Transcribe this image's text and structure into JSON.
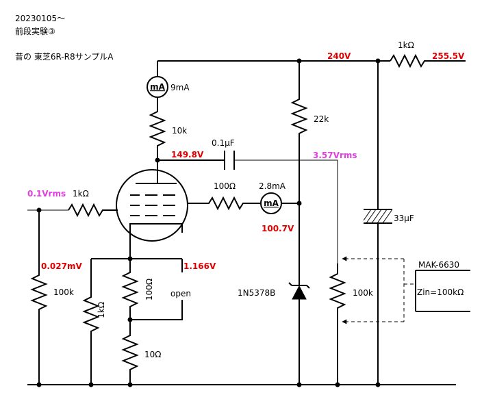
{
  "header": {
    "date": "20230105～",
    "title": "前段実験③",
    "subtitle": "昔の 東芝6R-R8サンプルA"
  },
  "colors": {
    "voltage": "#e00000",
    "signal": "#e040e0",
    "wire": "#000000"
  },
  "labels": {
    "v_240": "240V",
    "r_1k_supply": "1kΩ",
    "v_255": "255.5V",
    "meter_a_symbol": "mA",
    "meter_a_value": "9mA",
    "r_10k": "10k",
    "r_22k": "22k",
    "c_01": "0.1μF",
    "v_plate": "149.8V",
    "v_out_rms": "3.57Vrms",
    "v_in_rms": "0.1Vrms",
    "r_1k_grid": "1kΩ",
    "r_100_screen": "100Ω",
    "meter_b_symbol": "mA",
    "meter_b_value": "2.8mA",
    "c_33": "33μF",
    "v_zener": "100.7V",
    "v_grid": "0.027mV",
    "v_cathode": "1.166V",
    "r_100k_grid": "100k",
    "r_1k_cath": "1kΩ",
    "r_100_cath": "100Ω",
    "open": "open",
    "zener": "1N5378B",
    "r_100k_vol": "100k",
    "r_10_cath": "10Ω",
    "analyzer": "MAK-6630",
    "zin": "Zin=100kΩ"
  }
}
